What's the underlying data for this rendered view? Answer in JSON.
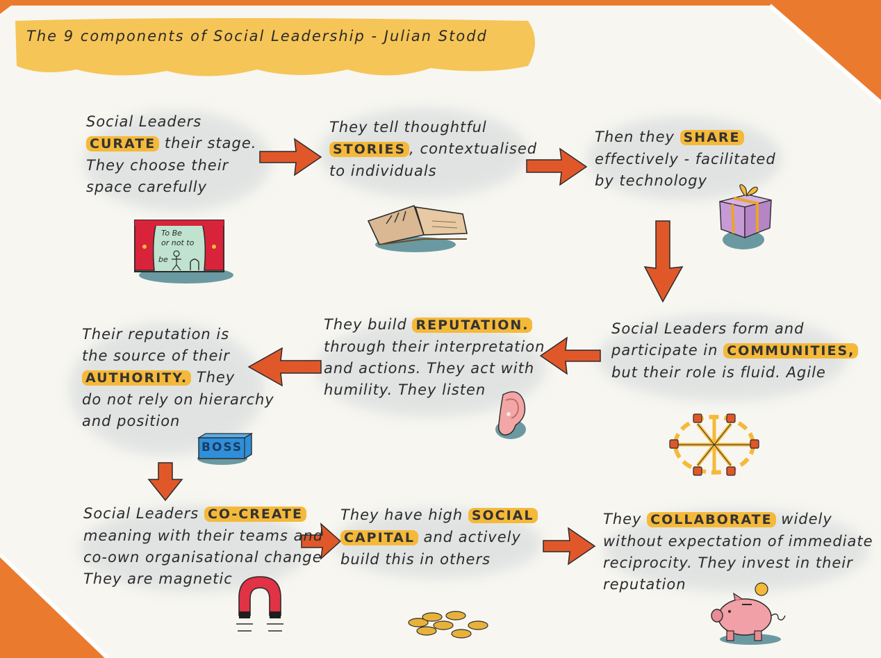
{
  "title": "The 9 components of Social Leadership - Julian Stodd",
  "colors": {
    "frame": "#ea7a2e",
    "paper": "#f7f6f1",
    "highlight": "#f5b93a",
    "arrow": "#e0582a",
    "shadow": "#5a8f98"
  },
  "steps": [
    {
      "id": "curate",
      "lines": [
        [
          "Social Leaders"
        ],
        [
          {
            "hl": "CURATE"
          },
          " their stage."
        ],
        [
          "They choose their"
        ],
        [
          "space carefully"
        ]
      ]
    },
    {
      "id": "stories",
      "lines": [
        [
          "They tell thoughtful"
        ],
        [
          {
            "hl": "STORIES"
          },
          ", contextualised"
        ],
        [
          "to individuals"
        ]
      ]
    },
    {
      "id": "share",
      "lines": [
        [
          "Then they ",
          {
            "hl": "SHARE"
          }
        ],
        [
          "effectively - facilitated"
        ],
        [
          "by technology"
        ]
      ]
    },
    {
      "id": "communities",
      "lines": [
        [
          "Social Leaders form and"
        ],
        [
          "participate in ",
          {
            "hl": "COMMUNITIES,"
          }
        ],
        [
          "but their role is fluid. Agile"
        ]
      ]
    },
    {
      "id": "reputation",
      "lines": [
        [
          "They build ",
          {
            "hl": "REPUTATION."
          }
        ],
        [
          "through their interpretation"
        ],
        [
          "and actions. They act with"
        ],
        [
          "humility. They listen"
        ]
      ]
    },
    {
      "id": "authority",
      "lines": [
        [
          "Their reputation is"
        ],
        [
          "the source of their"
        ],
        [
          {
            "hl": "AUTHORITY."
          },
          " They"
        ],
        [
          "do not rely on hierarchy"
        ],
        [
          "and position"
        ]
      ]
    },
    {
      "id": "co-create",
      "lines": [
        [
          "Social Leaders ",
          {
            "hl": "CO-CREATE"
          }
        ],
        [
          "meaning with their teams and"
        ],
        [
          "co-own organisational change"
        ],
        [
          "They are magnetic"
        ]
      ]
    },
    {
      "id": "social-capital",
      "lines": [
        [
          "They have high ",
          {
            "hl": "SOCIAL"
          }
        ],
        [
          {
            "hl": "CAPITAL"
          },
          " and actively"
        ],
        [
          "build this in others"
        ]
      ]
    },
    {
      "id": "collaborate",
      "lines": [
        [
          "They ",
          {
            "hl": "COLLABORATE"
          },
          " widely"
        ],
        [
          "without expectation of immediate"
        ],
        [
          "reciprocity. They invest in their"
        ],
        [
          "reputation"
        ]
      ]
    }
  ],
  "stage_sign": {
    "l1": "To Be",
    "l2": "or not to",
    "l3": "be"
  },
  "boss_label": "BOSS",
  "icons": [
    "stage-icon",
    "open-book-icon",
    "gift-box-icon",
    "community-wheel-icon",
    "ear-icon",
    "boss-box-icon",
    "magnet-icon",
    "coins-icon",
    "piggy-bank-icon"
  ]
}
